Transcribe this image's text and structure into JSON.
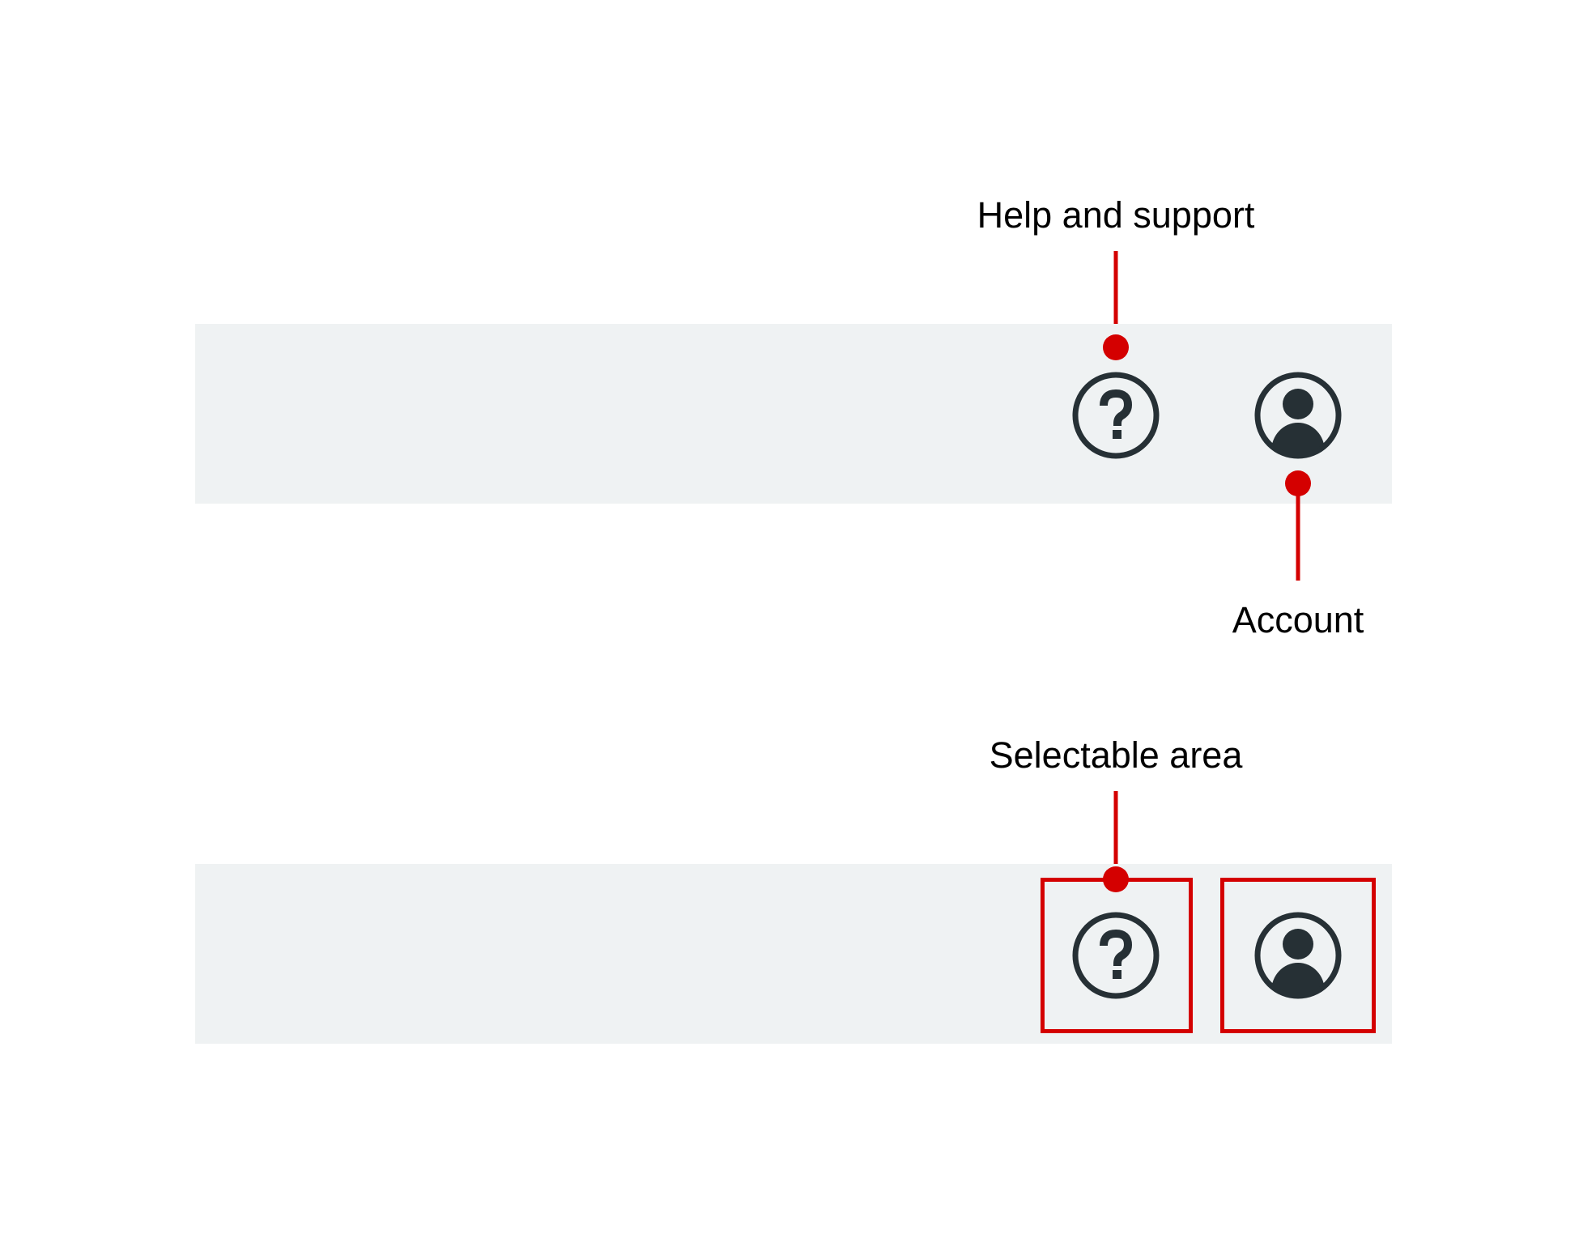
{
  "top_example": {
    "help_label": "Help and support",
    "account_label": "Account",
    "help_icon": "help-question-circle-icon",
    "account_icon": "account-user-circle-icon"
  },
  "bottom_example": {
    "selectable_label": "Selectable area",
    "help_icon": "help-question-circle-icon",
    "account_icon": "account-user-circle-icon"
  },
  "colors": {
    "annotation_red": "#d40000",
    "bar_background": "#eff2f3",
    "icon_dark": "#263035",
    "text": "#000000"
  }
}
